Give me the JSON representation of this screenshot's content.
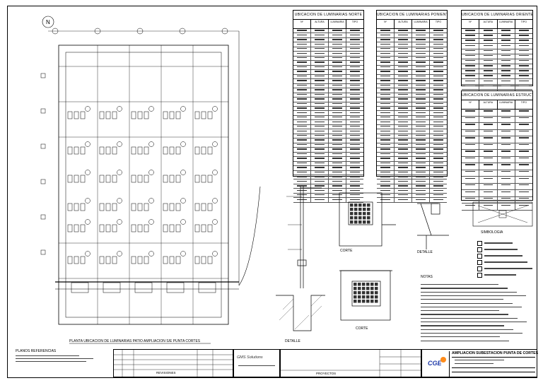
{
  "tables": {
    "left": {
      "title": "UBICACION DE LUMINARIAS NORTE",
      "cols": [
        "Nº",
        "ALTURA",
        "LUMINARIA",
        "TIPO"
      ],
      "rows": 38
    },
    "middle": {
      "title": "UBICACION DE LUMINARIAS PONIENTE",
      "cols": [
        "Nº",
        "ALTURA",
        "LUMINARIA",
        "TIPO"
      ],
      "rows": 38
    },
    "right_top": {
      "title": "UBICACION DE LUMINARIAS ORIENTE",
      "cols": [
        "Nº",
        "ALTURA",
        "LUMINARIA",
        "TIPO"
      ],
      "rows": 13
    },
    "right_bottom": {
      "title": "UBICACION DE LUMINARIAS ESTRUCTURAS",
      "cols": [
        "Nº",
        "ALTURA",
        "LUMINARIA",
        "TIPO"
      ],
      "rows": 15
    }
  },
  "details": {
    "detalle_1": "DETALLE",
    "corte_1": "CORTE",
    "detalle_2": "DETALLE",
    "corte_2": "CORTE",
    "notas": "NOTAS",
    "simbologia": "SIMBOLOGIA"
  },
  "plan": {
    "title": "PLANTA UBICACION DE LUMINARIAS PATIO AMPLIACION S/E PUNTA CORTES",
    "north": "N"
  },
  "footer": {
    "references_title": "PLANOS REFERENCIAS",
    "company": "CGE",
    "project_title": "AMPLIACION SUBESTACION PUNTA DE CORTES",
    "partner": "GMS Solutions",
    "revisiones_label": "REVISIONES",
    "proyectos_label": "PROYECTOS"
  },
  "colors": {
    "company_accent": "#ff8c1a",
    "company_blue": "#1f3aa8"
  }
}
